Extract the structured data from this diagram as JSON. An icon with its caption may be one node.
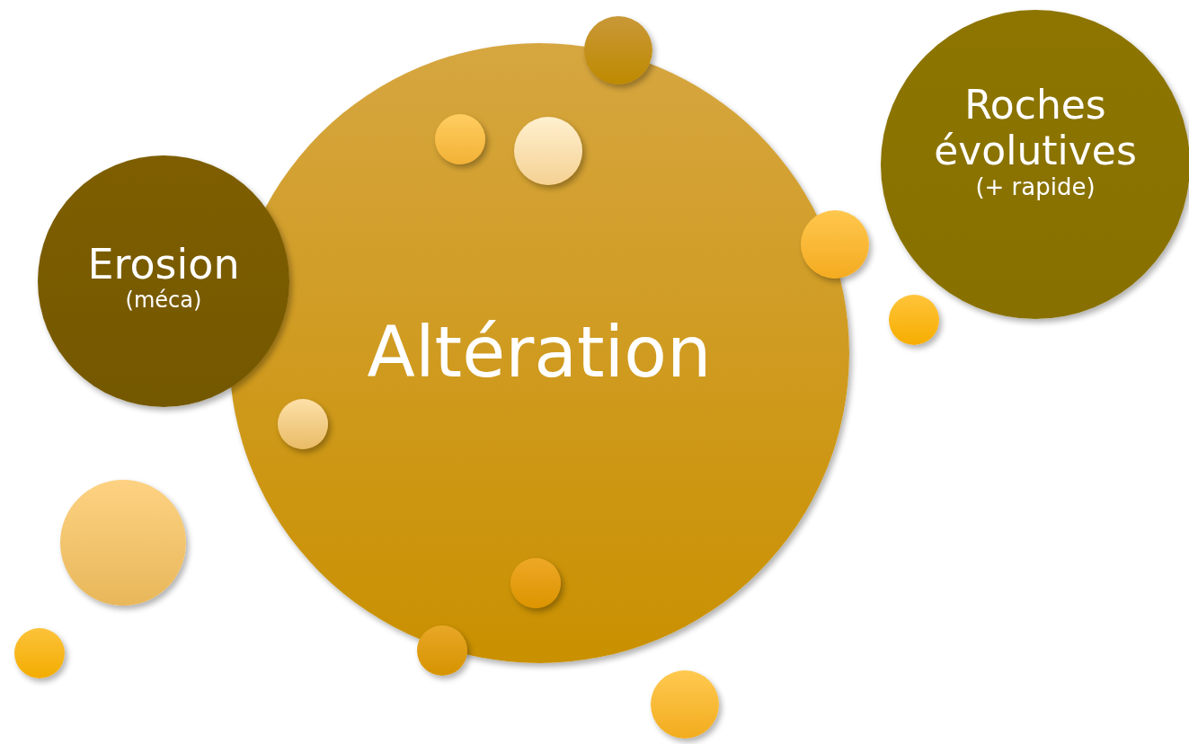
{
  "diagram": {
    "nodes": [
      {
        "text": [
          "Erosion",
          "(méca)"
        ]
      },
      {
        "text": [
          "Altération"
        ]
      },
      {
        "text": [
          "Roches évolutives",
          "(+ rapide)"
        ]
      },
      {
        "text": [],
        "shape": "circle"
      },
      {
        "text": [],
        "shape": "circle"
      },
      {
        "text": [],
        "shape": "circle",
        "in": 1
      },
      {
        "text": [],
        "shape": "circle"
      },
      {
        "text": [],
        "shape": "circle",
        "in": 1
      },
      {
        "text": [],
        "shape": "circle",
        "in": 1
      },
      {
        "text": [],
        "shape": "circle",
        "in": 1
      },
      {
        "text": [],
        "shape": "circle"
      },
      {
        "text": [],
        "shape": "circle"
      },
      {
        "text": [],
        "shape": "circle"
      },
      {
        "text": [],
        "shape": "circle"
      }
    ]
  }
}
